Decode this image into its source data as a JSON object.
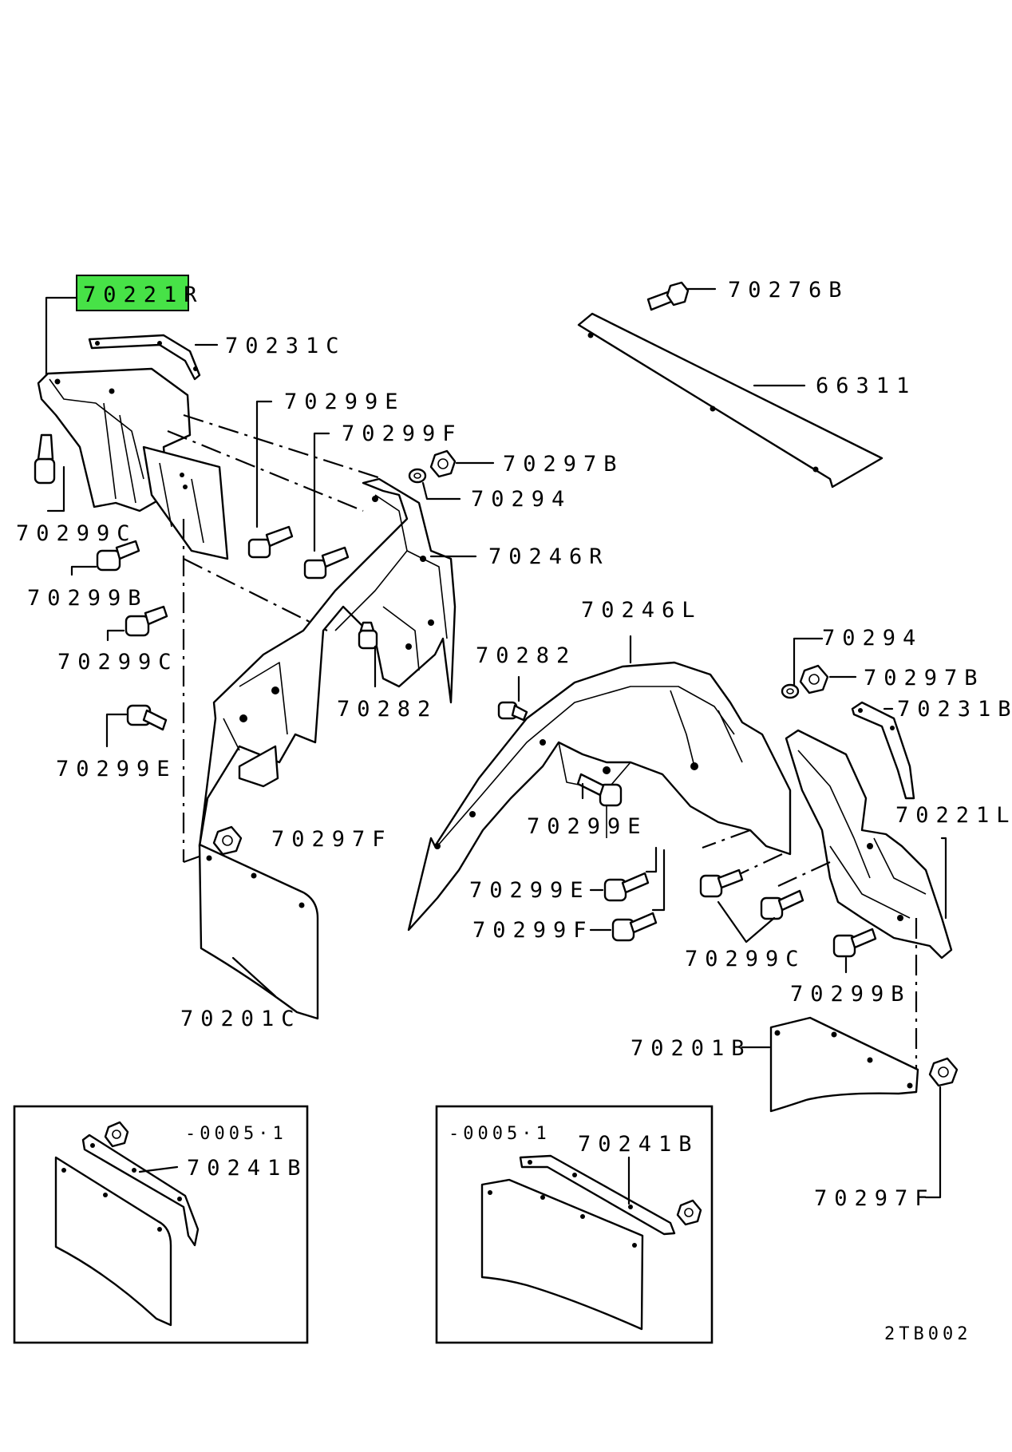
{
  "highlight_color": "#47e247",
  "labels": {
    "p70221R": "70221R",
    "p70231C": "70231C",
    "p70299E_a": "70299E",
    "p70299F_a": "70299F",
    "p70297B_a": "70297B",
    "p70294_a": "70294",
    "p70246R": "70246R",
    "p70299C_a": "70299C",
    "p70299B_a": "70299B",
    "p70299C_b": "70299C",
    "p70282_a": "70282",
    "p70299E_b": "70299E",
    "p70297F_a": "70297F",
    "p70201C": "70201C",
    "p70276B": "70276B",
    "p66311": "66311",
    "p70246L": "70246L",
    "p70294_b": "70294",
    "p70297B_b": "70297B",
    "p70282_b": "70282",
    "p70231B": "70231B",
    "p70221L": "70221L",
    "p70299E_c": "70299E",
    "p70299E_d": "70299E",
    "p70299F_b": "70299F",
    "p70299C_c": "70299C",
    "p70299B_b": "70299B",
    "p70201B": "70201B",
    "p70297F_b": "70297F"
  },
  "inset_left": {
    "serial": "-0005·1",
    "part": "70241B"
  },
  "inset_right": {
    "serial": "-0005·1",
    "part": "70241B"
  },
  "diagram_code": "2TB002"
}
